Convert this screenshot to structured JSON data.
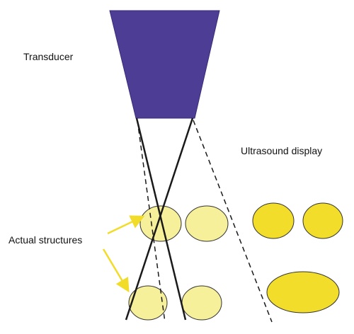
{
  "labels": {
    "transducer": "Transducer",
    "ultrasound_display": "Ultrasound display",
    "actual_structures": "Actual structures"
  },
  "colors": {
    "transducer_fill": "#4e3d94",
    "structure_pale": "#f7f09a",
    "structure_bright": "#f2dd2b",
    "arrow": "#f2dc2a",
    "line": "#1a1a1a"
  }
}
